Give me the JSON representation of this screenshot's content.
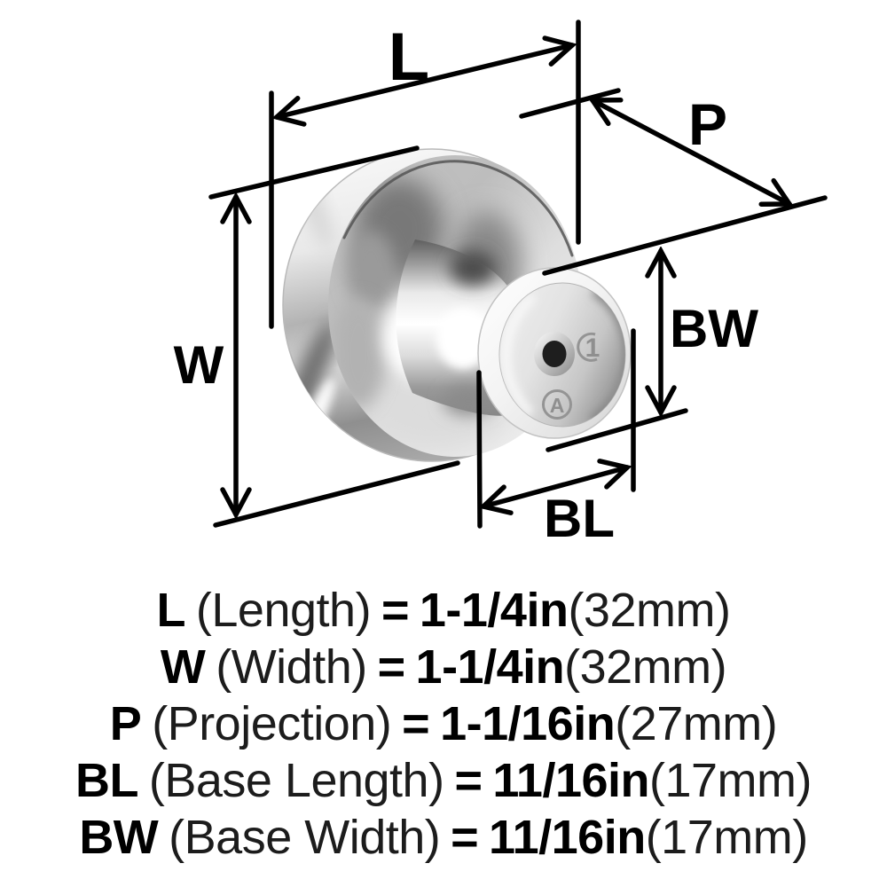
{
  "diagram": {
    "dimension_labels": {
      "length": "L",
      "width": "W",
      "projection": "P",
      "base_width": "BW",
      "base_length": "BL"
    },
    "engravings": {
      "number": "1",
      "logo": "A"
    }
  },
  "specs": [
    {
      "symbol": "L",
      "name": "(Length)",
      "equals": "=",
      "value": "1-1/4in",
      "metric": "(32mm)"
    },
    {
      "symbol": "W",
      "name": "(Width)",
      "equals": "=",
      "value": "1-1/4in",
      "metric": "(32mm)"
    },
    {
      "symbol": "P",
      "name": "(Projection)",
      "equals": "=",
      "value": "1-1/16in",
      "metric": "(27mm)"
    },
    {
      "symbol": "BL",
      "name": "(Base Length)",
      "equals": "=",
      "value": "11/16in",
      "metric": "(17mm)"
    },
    {
      "symbol": "BW",
      "name": "(Base Width)",
      "equals": "=",
      "value": "11/16in",
      "metric": "(17mm)"
    }
  ],
  "colors": {
    "background": "#ffffff",
    "line": "#000000",
    "text": "#1c1c1c",
    "chrome_light": "#f5f5f5",
    "chrome_mid": "#b5b5b5",
    "chrome_dark": "#6e6e6e"
  }
}
